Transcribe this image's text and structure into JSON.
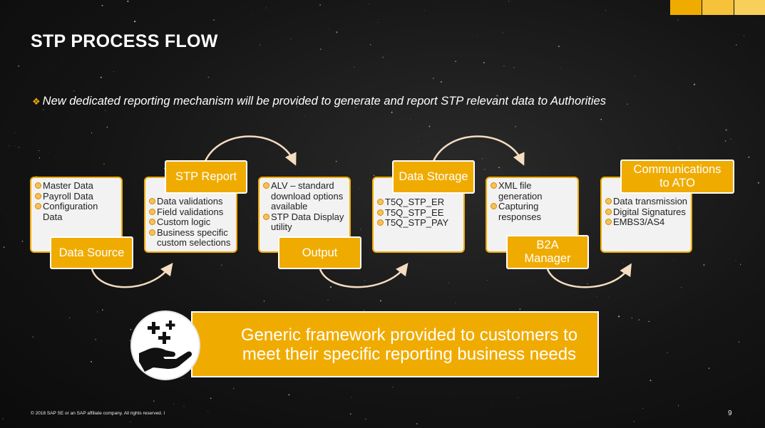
{
  "slide": {
    "title": "STP PROCESS FLOW",
    "subtitle": "New dedicated reporting mechanism will be provided to generate and report STP relevant data to  Authorities",
    "banner": "Generic framework provided to customers to meet their specific reporting business needs",
    "footer": "© 2018 SAP SE or an SAP affiliate company. All rights reserved.  I",
    "page_number": "9"
  },
  "colors": {
    "accent": "#f0ab00",
    "card": "#f2f2f2",
    "text": "#222222"
  },
  "icons": {
    "bullet": "bullet-icon",
    "banner": "hand-plus-icon",
    "subtitle_bullet": "diamond-bullet-icon"
  },
  "steps": [
    {
      "label": "Data Source",
      "items": [
        "Master Data",
        "Payroll Data",
        "Configuration Data"
      ]
    },
    {
      "label": "STP Report",
      "items": [
        "Data validations",
        "Field validations",
        "Custom logic",
        "Business specific custom selections"
      ]
    },
    {
      "label": "Output",
      "items": [
        "ALV – standard download options available",
        "STP Data Display utility"
      ]
    },
    {
      "label": "Data Storage",
      "items": [
        "T5Q_STP_ER",
        "T5Q_STP_EE",
        "T5Q_STP_PAY"
      ]
    },
    {
      "label": "B2A Manager",
      "items": [
        "XML file generation",
        "Capturing responses"
      ]
    },
    {
      "label": "Communications to ATO",
      "items": [
        "Data transmission",
        "Digital Signatures",
        "EMBS3/AS4"
      ]
    }
  ]
}
